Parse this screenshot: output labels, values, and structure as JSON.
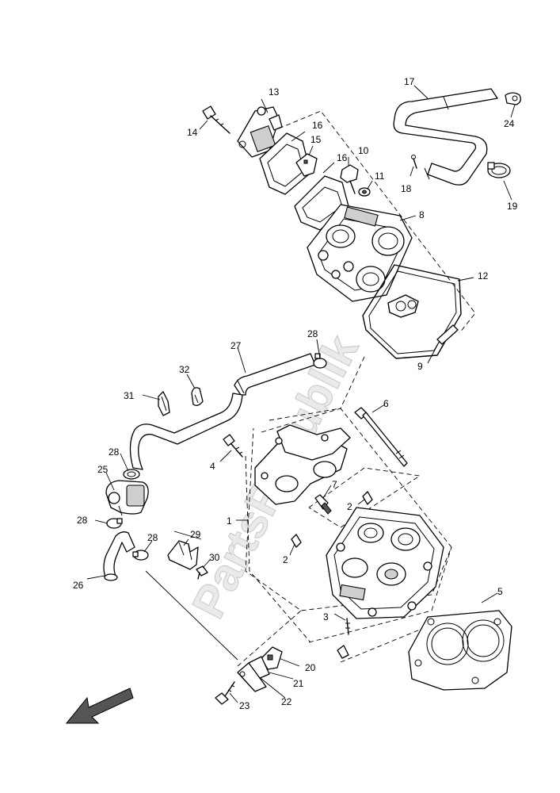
{
  "diagram": {
    "watermark": "PartsRepublik",
    "labels": {
      "p1": "1",
      "p2a": "2",
      "p2b": "2",
      "p3": "3",
      "p4": "4",
      "p5": "5",
      "p6": "6",
      "p7": "7",
      "p8": "8",
      "p9": "9",
      "p10": "10",
      "p11": "11",
      "p12": "12",
      "p13": "13",
      "p14": "14",
      "p15": "15",
      "p16a": "16",
      "p16b": "16",
      "p17": "17",
      "p18": "18",
      "p19": "19",
      "p20": "20",
      "p21": "21",
      "p22": "22",
      "p23": "23",
      "p24": "24",
      "p25": "25",
      "p26": "26",
      "p27": "27",
      "p28a": "28",
      "p28b": "28",
      "p28c": "28",
      "p28d": "28",
      "p29": "29",
      "p30": "30",
      "p31": "31",
      "p32": "32"
    }
  }
}
